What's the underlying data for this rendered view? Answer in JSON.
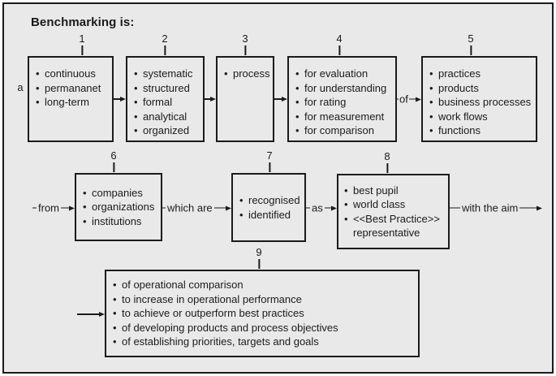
{
  "title": "Benchmarking is:",
  "colors": {
    "background": "#e9e9e9",
    "line": "#1b1b1b"
  },
  "labels": {
    "a": "a",
    "of": "of",
    "from": "from",
    "which_are": "which are",
    "as": "as",
    "with_the_aim": "with the aim"
  },
  "boxes": [
    {
      "num": "1",
      "items": [
        "continuous",
        "permananet",
        "long-term"
      ]
    },
    {
      "num": "2",
      "items": [
        "systematic",
        "structured",
        "formal",
        "analytical",
        "organized"
      ]
    },
    {
      "num": "3",
      "items": [
        "process"
      ]
    },
    {
      "num": "4",
      "items": [
        "for evaluation",
        "for understanding",
        "for rating",
        "for measurement",
        "for comparison"
      ]
    },
    {
      "num": "5",
      "items": [
        "practices",
        "products",
        "business processes",
        "work flows",
        "functions"
      ]
    },
    {
      "num": "6",
      "items": [
        "companies",
        "organizations",
        "institutions"
      ]
    },
    {
      "num": "7",
      "items": [
        "recognised",
        "identified"
      ]
    },
    {
      "num": "8",
      "items": [
        "best pupil",
        "world class",
        "<<Best Practice>> representative"
      ]
    },
    {
      "num": "9",
      "items": [
        "of operational comparison",
        "to increase in operational performance",
        "to achieve or outperform best practices",
        "of developing products and process objectives",
        "of establishing priorities, targets and goals"
      ]
    }
  ]
}
